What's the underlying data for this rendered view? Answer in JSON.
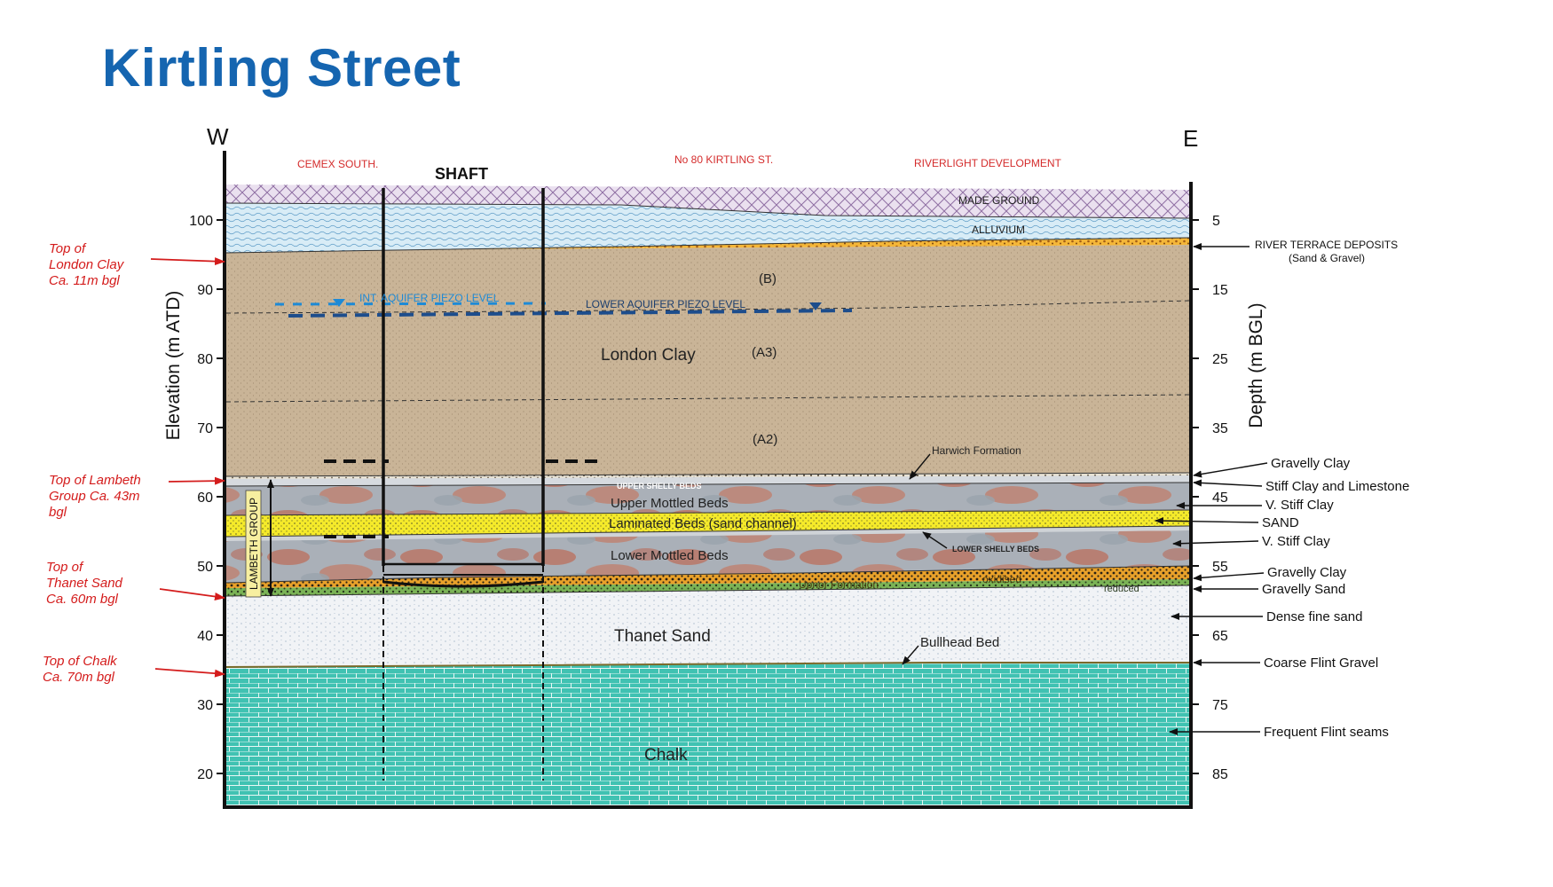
{
  "title": "Kirtling Street",
  "direction": {
    "west": "W",
    "east": "E"
  },
  "axes": {
    "left_label": "Elevation (m ATD)",
    "right_label": "Depth (m BGL)",
    "left_ticks": [
      "100",
      "90",
      "80",
      "70",
      "60",
      "50",
      "40",
      "30",
      "20"
    ],
    "right_ticks": [
      "5",
      "15",
      "25",
      "35",
      "45",
      "55",
      "65",
      "75",
      "85"
    ]
  },
  "site_labels": {
    "cemex": "CEMEX SOUTH.",
    "shaft": "SHAFT",
    "kirtling": "No 80 KIRTLING ST.",
    "riverlight": "RIVERLIGHT DEVELOPMENT"
  },
  "left_annotations": {
    "london_clay": [
      "Top of",
      "London Clay",
      "Ca. 11m bgl"
    ],
    "lambeth": [
      "Top of Lambeth",
      "Group Ca. 43m",
      "bgl"
    ],
    "thanet": [
      "Top of",
      "Thanet Sand",
      "Ca. 60m bgl"
    ],
    "chalk": [
      "Top of Chalk",
      "Ca. 70m bgl"
    ]
  },
  "lambeth_group": "LAMBETH GROUP",
  "layer_labels": {
    "made_ground": "MADE GROUND",
    "alluvium": "ALLUVIUM",
    "b": "(B)",
    "int_piezo": "INT. AQUIFER PIEZO LEVEL",
    "lower_piezo": "LOWER AQUIFER PIEZO LEVEL",
    "london_clay": "London Clay",
    "a3": "(A3)",
    "a2": "(A2)",
    "harwich": "Harwich Formation",
    "upper_shelly": "UPPER SHELLY BEDS",
    "upper_mottled": "Upper Mottled Beds",
    "laminated": "Laminated Beds (sand channel)",
    "lower_shelly": "LOWER SHELLY BEDS",
    "lower_mottled": "Lower Mottled Beds",
    "upnor": "Upnor Formation",
    "oxidised": "oxidised",
    "reduced": "reduced",
    "thanet": "Thanet Sand",
    "bullhead": "Bullhead Bed",
    "chalk": "Chalk"
  },
  "right_annotations": {
    "river_terrace": [
      "RIVER TERRACE DEPOSITS",
      "(Sand & Gravel)"
    ],
    "gravelly_clay_1": "Gravelly Clay",
    "stiff_clay_limestone": "Stiff Clay and Limestone",
    "v_stiff_clay_1": "V. Stiff Clay",
    "sand": "SAND",
    "v_stiff_clay_2": "V. Stiff Clay",
    "gravelly_clay_2": "Gravelly Clay",
    "gravelly_sand": "Gravelly Sand",
    "dense_fine_sand": "Dense fine sand",
    "coarse_flint_gravel": "Coarse Flint Gravel",
    "frequent_flint": "Frequent Flint seams"
  },
  "colors": {
    "title": "#1565b0",
    "annotation_red": "#d41c1c",
    "site_red": "#d42b2b",
    "piezo_blue": "#1e8ad6",
    "piezo_dark": "#1d4d8c",
    "london_clay": "#c9b497",
    "chalk": "#3ec0b0",
    "thanet": "#f1f3f6"
  }
}
